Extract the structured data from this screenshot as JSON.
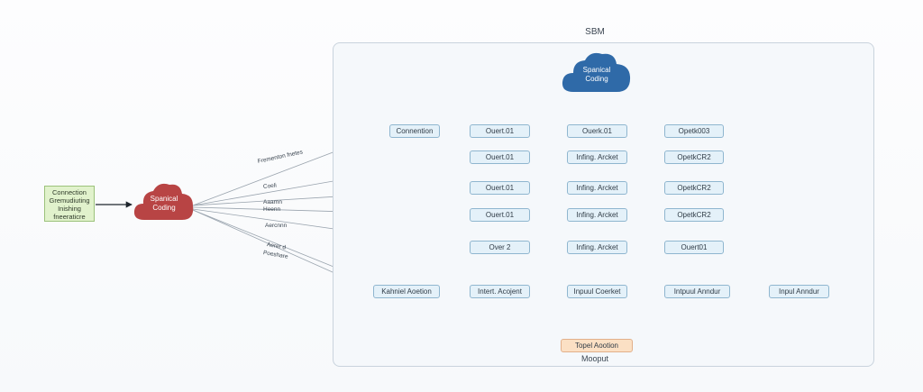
{
  "panel": {
    "title": "SBM",
    "footer": "Mooput"
  },
  "source": {
    "lines": [
      "Connection",
      "Gremudiuting",
      "Inishing",
      "fneeraticre"
    ]
  },
  "clouds": {
    "left": {
      "lines": [
        "Spanical",
        "Coding"
      ],
      "color": "#b84444"
    },
    "top": {
      "lines": [
        "Spanical",
        "Coding"
      ],
      "color": "#2f6aa8"
    }
  },
  "fan_labels": [
    "Frementon fnetes",
    "Coeli",
    "Aaarnn",
    "Heenn",
    "Aercnnn",
    "Aerer d",
    "Poeshare"
  ],
  "rows": [
    [
      "Connention",
      "Ouert.01",
      "Ouerk.01",
      "Opetk003"
    ],
    [
      "Ouert.01",
      "Infing. Arcket",
      "OpetkCR2"
    ],
    [
      "Ouert.01",
      "Infing. Arcket",
      "OpetkCR2"
    ],
    [
      "Ouert.01",
      "Infing. Arcket",
      "OpetkCR2"
    ],
    [
      "Over 2",
      "Infing. Arcket",
      "Ouert01"
    ]
  ],
  "action_row": [
    "Kahniel Aoetion",
    "Intert. Acojent",
    "Inpuul Coerket",
    "Intpuul Anndur",
    "Inpul Anndur"
  ],
  "output": {
    "label": "Topel Aootion",
    "color": "#fbe0c4"
  },
  "colors": {
    "node_fill": "#e4f1f9",
    "node_border": "#8fb6cf",
    "panel_fill": "#f5f8fb",
    "source_fill": "#e1f2cc"
  }
}
